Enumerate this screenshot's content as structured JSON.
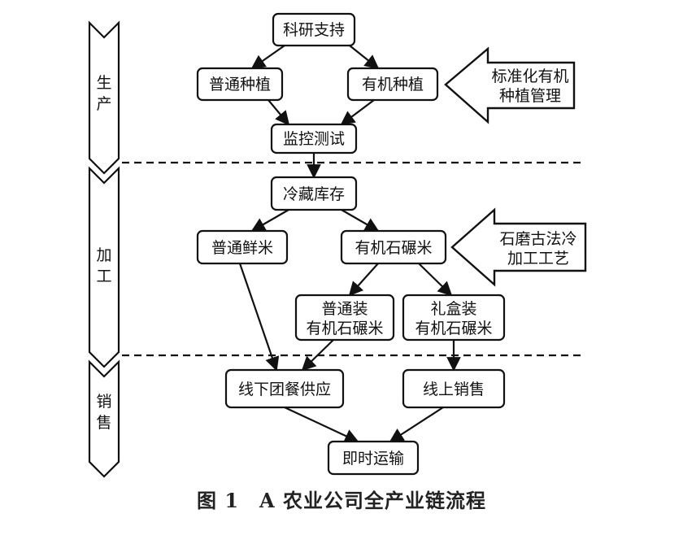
{
  "stages": [
    "生产",
    "加工",
    "销售"
  ],
  "nodes": {
    "research": "科研支持",
    "normal_planting": "普通种植",
    "organic_planting": "有机种植",
    "monitoring": "监控测试",
    "cold_storage": "冷藏库存",
    "normal_rice": "普通鲜米",
    "organic_rice": "有机石碾米",
    "normal_pack": [
      "普通装",
      "有机石碾米"
    ],
    "gift_pack": [
      "礼盒装",
      "有机石碾米"
    ],
    "offline_sales": "线下团餐供应",
    "online_sales": "线上销售",
    "delivery": "即时运输"
  },
  "callouts": {
    "planting_mgmt": [
      "标准化有机",
      "种植管理"
    ],
    "milling_craft": [
      "石磨古法冷",
      "加工工艺"
    ]
  },
  "caption": "图 1　A 农业公司全产业链流程"
}
